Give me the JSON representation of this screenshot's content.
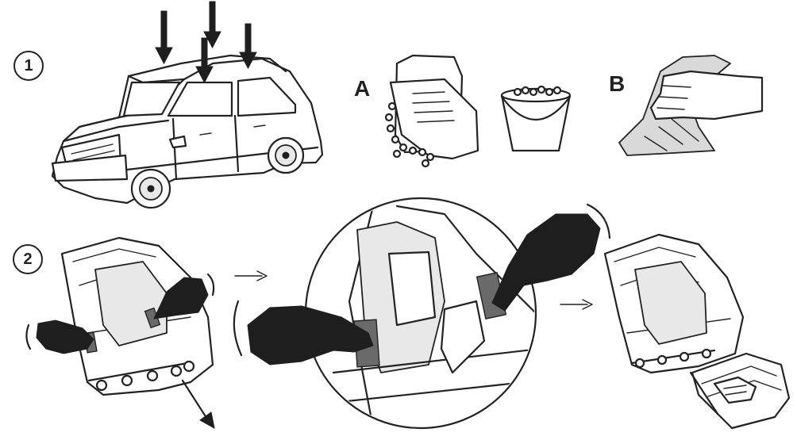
{
  "steps": {
    "step1": "1",
    "step2": "2"
  },
  "options": {
    "a": "A",
    "b": "B"
  },
  "colors": {
    "ink": "#222222",
    "hand": "#1e1e1e",
    "part_grey": "#6a6a6a",
    "cloth": "#d9d9d9",
    "background": "#ffffff"
  }
}
